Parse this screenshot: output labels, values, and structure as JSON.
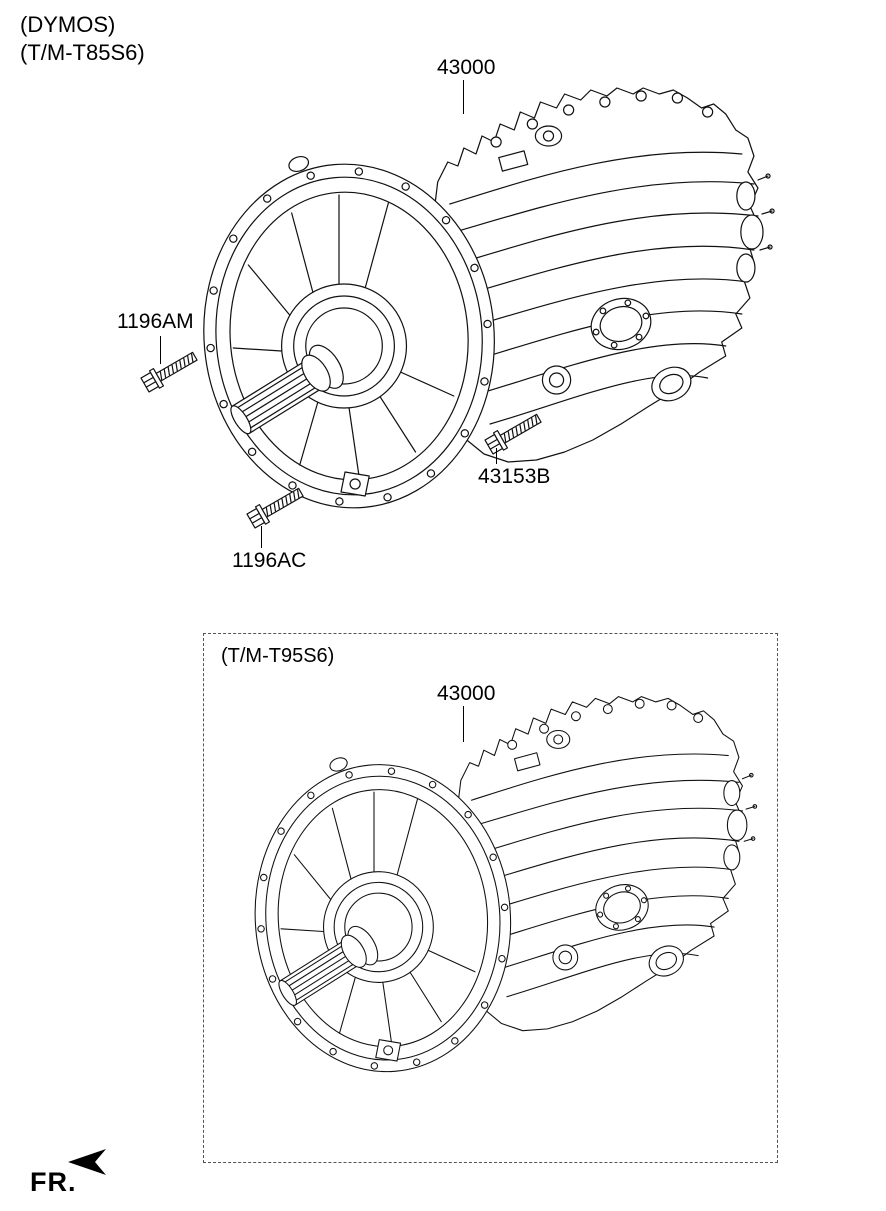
{
  "header": {
    "line1": "(DYMOS)",
    "line2": "(T/M-T85S6)"
  },
  "top_assembly": {
    "main_part": "43000",
    "fasteners": [
      {
        "part_no": "1196AM"
      },
      {
        "part_no": "43153B"
      },
      {
        "part_no": "1196AC"
      }
    ]
  },
  "bottom_assembly": {
    "variant": "(T/M-T95S6)",
    "main_part": "43000"
  },
  "footer": {
    "direction": "FR."
  },
  "icons": {
    "fasteners": "hex-flange-bolt-icon",
    "direction": "fr-left-arrow-icon"
  },
  "colors": {
    "line": "#111111",
    "background": "#ffffff",
    "dashed_border": "#555555"
  }
}
